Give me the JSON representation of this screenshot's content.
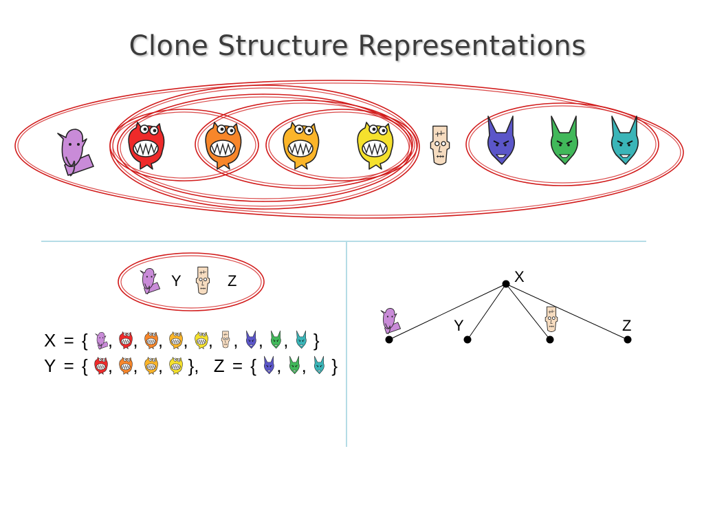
{
  "title": "Clone Structure Representations",
  "colors": {
    "vampire": "#c98bd8",
    "red_monster": "#ee2a2a",
    "orange_monster": "#f7862a",
    "amber_monster": "#fbb52a",
    "yellow_monster": "#f5e12d",
    "frank_skin": "#f6dcc0",
    "devil_blue": "#5b56c9",
    "devil_green": "#41b85a",
    "devil_teal": "#3ab5b8",
    "ring": "#d11a1a",
    "divider": "#6ab8cc"
  },
  "clone_set": {
    "label_y": "Y",
    "label_z": "Z"
  },
  "tree": {
    "root_label": "X",
    "y_label": "Y",
    "z_label": "Z"
  },
  "formula": {
    "x_lhs": "X",
    "y_lhs": "Y",
    "z_lhs": "Z",
    "eq": "=",
    "open": "{",
    "close": "}",
    "sep": ",",
    "close_sep": "},"
  }
}
